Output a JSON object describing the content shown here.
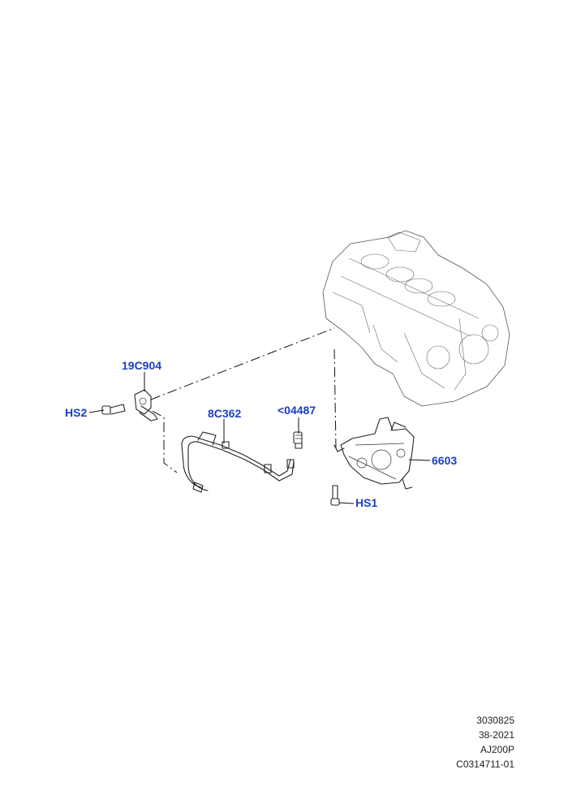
{
  "callouts": {
    "bracket": "19C904",
    "bolt_hs2": "HS2",
    "tube": "8C362",
    "sensor": "<04487",
    "pump": "6603",
    "bolt_hs1": "HS1"
  },
  "reference": {
    "line1": "3030825",
    "line2": "38-2021",
    "line3": "AJ200P",
    "line4": "C0314711-01"
  },
  "colors": {
    "callout": "#1a3fc4",
    "line": "#222222"
  }
}
